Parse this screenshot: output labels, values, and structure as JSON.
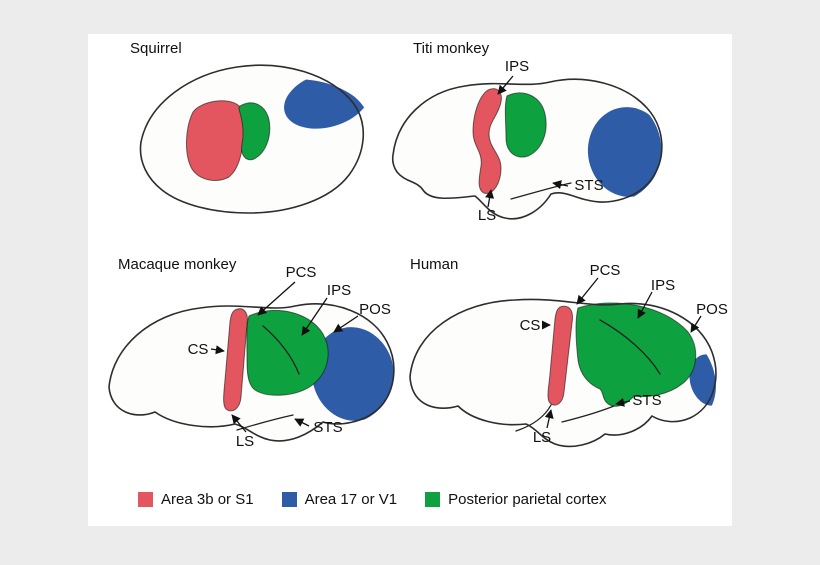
{
  "colors": {
    "area_3b_s1": "#e4565f",
    "area_17_v1": "#2f5ca6",
    "posterior_parietal": "#0da23f",
    "outline": "#2d2d2d",
    "page_background": "#ececec"
  },
  "panels": {
    "squirrel": {
      "title": "Squirrel"
    },
    "titi": {
      "title": "Titi monkey",
      "labels": {
        "ips": "IPS",
        "ls": "LS",
        "sts": "STS"
      }
    },
    "macaque": {
      "title": "Macaque monkey",
      "labels": {
        "pcs": "PCS",
        "ips": "IPS",
        "pos": "POS",
        "cs": "CS",
        "ls": "LS",
        "sts": "STS"
      }
    },
    "human": {
      "title": "Human",
      "labels": {
        "pcs": "PCS",
        "ips": "IPS",
        "pos": "POS",
        "cs": "CS",
        "ls": "LS",
        "sts": "STS"
      }
    }
  },
  "legend": {
    "items": [
      {
        "label": "Area 3b or S1",
        "color_key": "area_3b_s1"
      },
      {
        "label": "Area 17 or V1",
        "color_key": "area_17_v1"
      },
      {
        "label": "Posterior parietal cortex",
        "color_key": "posterior_parietal"
      }
    ]
  }
}
